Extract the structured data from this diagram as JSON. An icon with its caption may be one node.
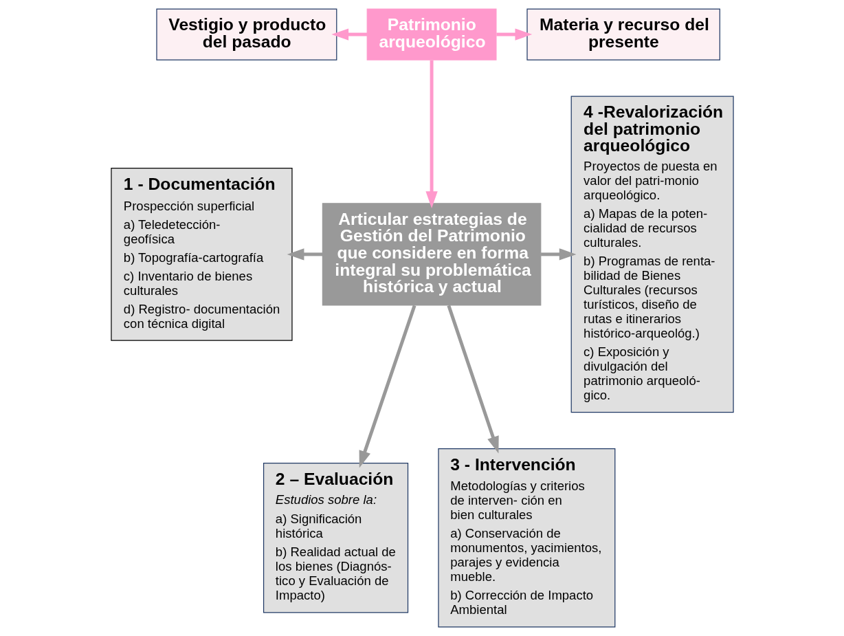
{
  "diagram": {
    "nodes": [
      {
        "text": [
          "Vestigio y producto del pasado"
        ]
      },
      {
        "text": [
          "Patrimonio arqueológico"
        ]
      },
      {
        "text": [
          "Materia y recurso del presente"
        ]
      },
      {
        "text": [
          "Articular estrategias de Gestión del Patrimonio que considere en forma integral su problemática histórica y actual"
        ]
      },
      {
        "text": [
          "1 - Documentación",
          "Prospección superficial",
          "a) Teledetección- geofísica",
          "b) Topografía-cartografía",
          "c) Inventario de bienes culturales",
          "d) Registro- documentación con técnica digital"
        ]
      },
      {
        "text": [
          "4 -Revalorización del patrimonio arqueológico",
          "Proyectos de puesta en valor del patri-monio arqueológico.",
          "a) Mapas de la poten- cialidad de recursos culturales.",
          "b) Programas de renta- bilidad de Bienes Culturales (recursos turísticos, diseño de rutas e itinerarios histórico-arqueológ.)",
          "c) Exposición y divulgación del patrimonio arqueoló- gico."
        ]
      },
      {
        "text": [
          "2 – Evaluación",
          "Estudios sobre la:",
          "a) Significación histórica",
          "b) Realidad actual de los bienes (Diagnós- tico y Evaluación de Impacto)"
        ]
      },
      {
        "text": [
          "3 - Intervención",
          "Metodologías y criterios de interven- ción en bien culturales",
          "a) Conservación de monumentos, yacimientos, parajes y evidencia mueble.",
          "b) Corrección de Impacto Ambiental"
        ]
      }
    ],
    "edges": [
      {
        "from": 1,
        "to": 0,
        "arrow": "to",
        "color": "#ff99cc"
      },
      {
        "from": 1,
        "to": 2,
        "arrow": "to",
        "color": "#ff99cc"
      },
      {
        "from": 1,
        "to": 3,
        "arrow": "to",
        "color": "#ff99cc"
      },
      {
        "from": 3,
        "to": 4,
        "arrow": "to"
      },
      {
        "from": 3,
        "to": 5,
        "arrow": "to"
      },
      {
        "from": 3,
        "to": 6,
        "arrow": "to"
      },
      {
        "from": 3,
        "to": 7,
        "arrow": "to"
      }
    ]
  }
}
